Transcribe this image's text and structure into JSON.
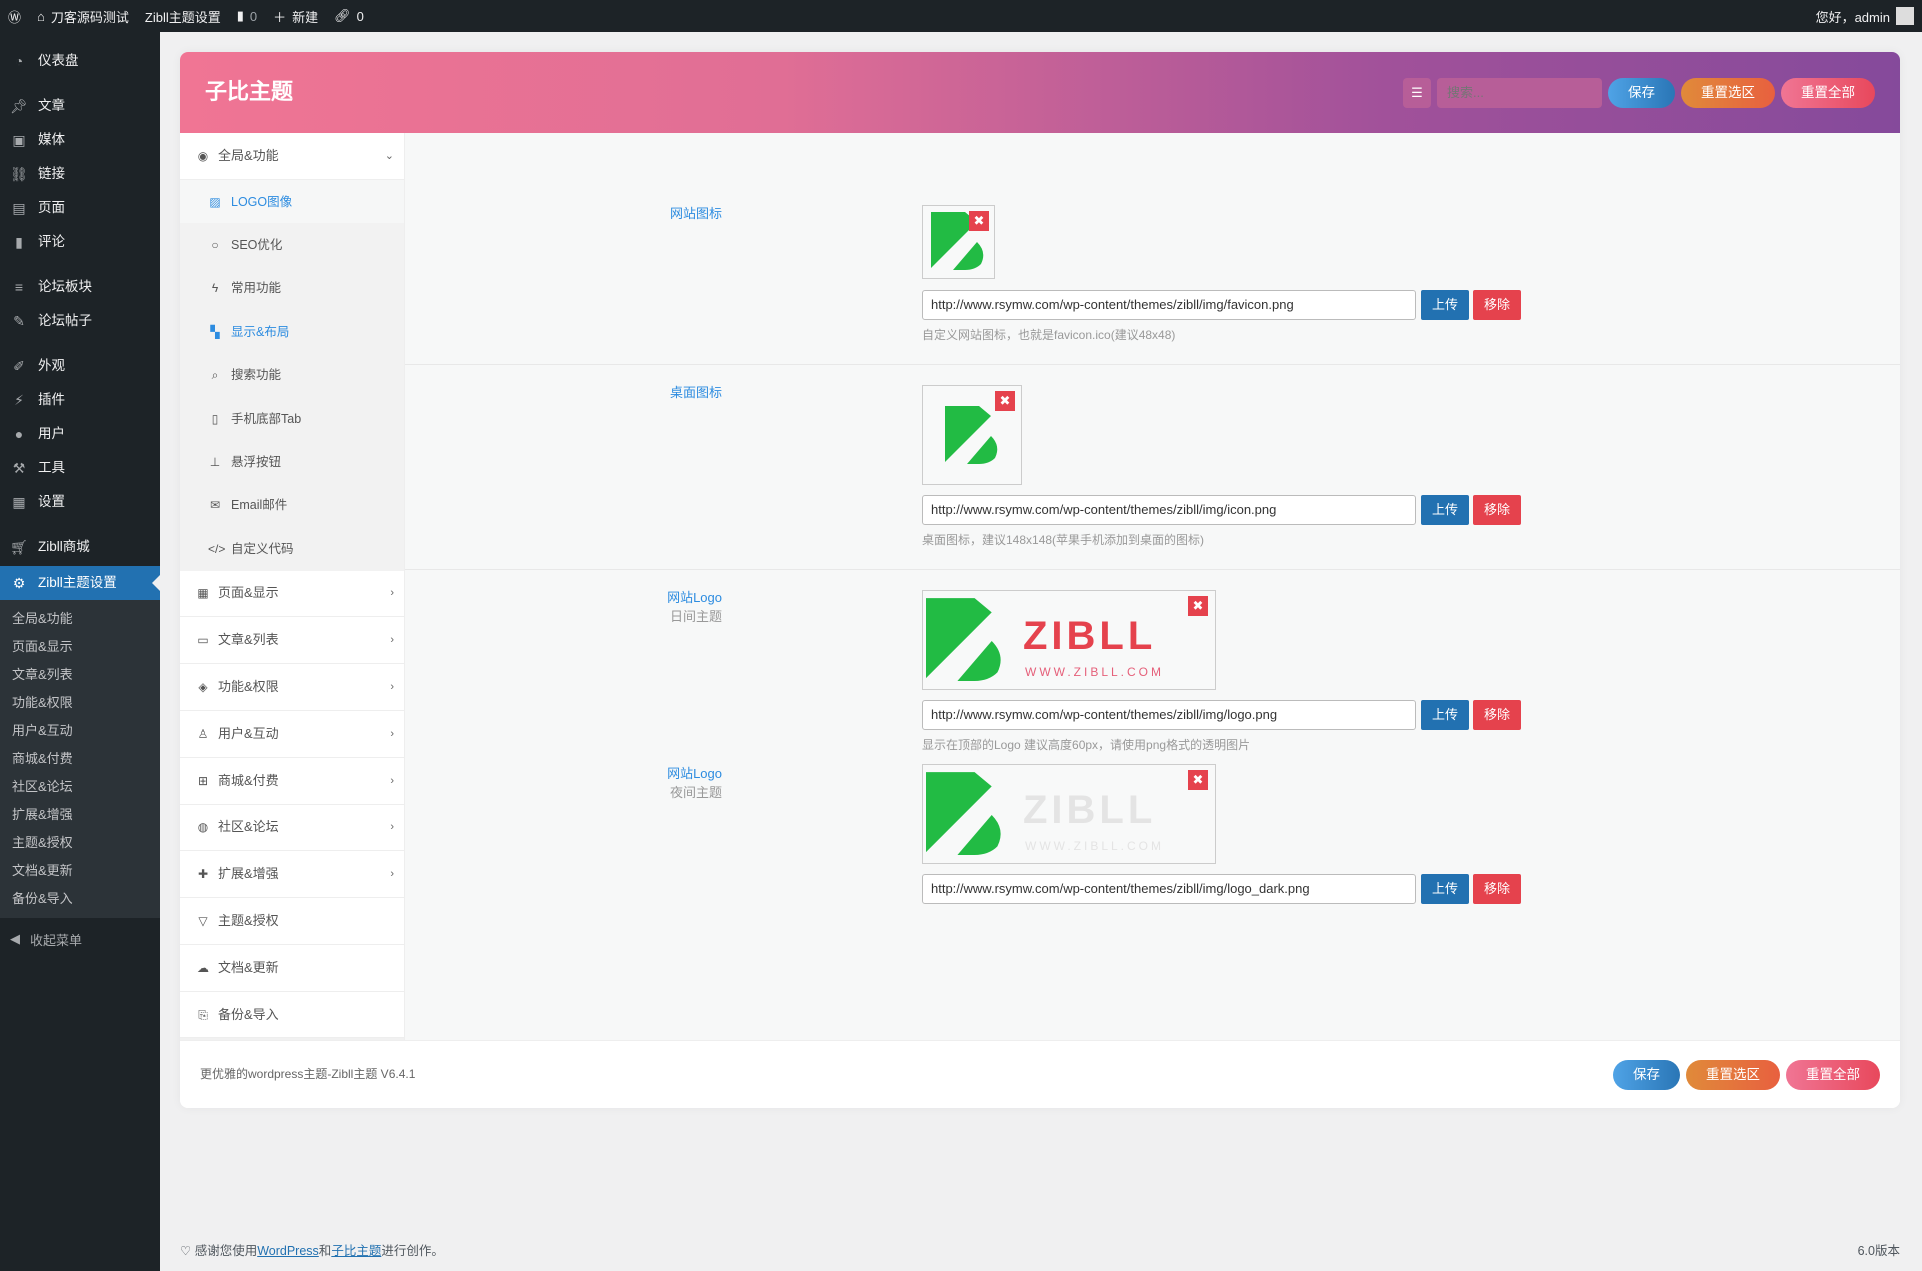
{
  "adminbar": {
    "site": "刀客源码测试",
    "theme_settings": "Zibll主题设置",
    "comments": "0",
    "new": "新建",
    "links": "0",
    "greeting": "您好，admin"
  },
  "wp_menu": [
    {
      "label": "仪表盘",
      "icon": "dashboard-icon"
    },
    {
      "label": "文章",
      "icon": "pin-icon"
    },
    {
      "label": "媒体",
      "icon": "media-icon"
    },
    {
      "label": "链接",
      "icon": "link-icon"
    },
    {
      "label": "页面",
      "icon": "page-icon"
    },
    {
      "label": "评论",
      "icon": "comment-icon"
    },
    {
      "label": "论坛板块",
      "icon": "forum-icon"
    },
    {
      "label": "论坛帖子",
      "icon": "post-icon"
    },
    {
      "label": "外观",
      "icon": "brush-icon"
    },
    {
      "label": "插件",
      "icon": "plugin-icon"
    },
    {
      "label": "用户",
      "icon": "user-icon"
    },
    {
      "label": "工具",
      "icon": "wrench-icon"
    },
    {
      "label": "设置",
      "icon": "settings-icon"
    },
    {
      "label": "Zibll商城",
      "icon": "cart-icon"
    },
    {
      "label": "Zibll主题设置",
      "icon": "gear-icon"
    }
  ],
  "wp_submenu": [
    "全局&功能",
    "页面&显示",
    "文章&列表",
    "功能&权限",
    "用户&互动",
    "商城&付费",
    "社区&论坛",
    "扩展&增强",
    "主题&授权",
    "文档&更新",
    "备份&导入"
  ],
  "collapse_label": "收起菜单",
  "panel": {
    "title": "子比主题",
    "search_placeholder": "搜索...",
    "save": "保存",
    "reset_section": "重置选区",
    "reset_all": "重置全部",
    "version_text": "更优雅的wordpress主题-Zibll主题 V6.4.1"
  },
  "nav": {
    "open_section": "全局&功能",
    "sub": [
      {
        "label": "LOGO图像"
      },
      {
        "label": "SEO优化"
      },
      {
        "label": "常用功能"
      },
      {
        "label": "显示&布局"
      },
      {
        "label": "搜索功能"
      },
      {
        "label": "手机底部Tab"
      },
      {
        "label": "悬浮按钮"
      },
      {
        "label": "Email邮件"
      },
      {
        "label": "自定义代码"
      }
    ],
    "sections": [
      "页面&显示",
      "文章&列表",
      "功能&权限",
      "用户&互动",
      "商城&付费",
      "社区&论坛",
      "扩展&增强",
      "主题&授权",
      "文档&更新",
      "备份&导入"
    ]
  },
  "fields": [
    {
      "label": "网站图标",
      "url": "http://www.rsymw.com/wp-content/themes/zibll/img/favicon.png",
      "desc": "自定义网站图标，也就是favicon.ico(建议48x48)"
    },
    {
      "label": "桌面图标",
      "url": "http://www.rsymw.com/wp-content/themes/zibll/img/icon.png",
      "desc": "桌面图标，建议148x148(苹果手机添加到桌面的图标)"
    },
    {
      "label": "网站Logo",
      "sublabel": "日间主题",
      "url": "http://www.rsymw.com/wp-content/themes/zibll/img/logo.png",
      "desc": "显示在顶部的Logo 建议高度60px，请使用png格式的透明图片"
    },
    {
      "label": "网站Logo",
      "sublabel": "夜间主题",
      "url": "http://www.rsymw.com/wp-content/themes/zibll/img/logo_dark.png"
    }
  ],
  "upload": "上传",
  "remove": "移除",
  "logo_text": "ZIBLL",
  "logo_sub": "WWW.ZIBLL.COM",
  "footer": {
    "pre": "感谢您使用",
    "wp": "WordPress",
    "and": "和",
    "zibll": "子比主题",
    "post": "进行创作。",
    "version": "6.0版本"
  },
  "colors": {
    "accent": "#2d8ce0",
    "wp_blue": "#2271b1",
    "danger": "#e5424d",
    "green": "#22bb44"
  }
}
